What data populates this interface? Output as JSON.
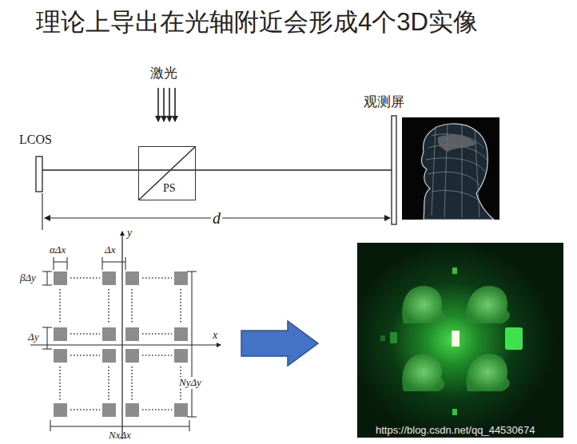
{
  "diagram": {
    "title": "理论上导出在光轴附近会形成4个3D实像",
    "nodes": [
      {
        "text": [
          "PS"
        ]
      }
    ],
    "labels": [
      "激光",
      "LCOS",
      "观测屏",
      "d",
      "αΔx",
      "Δx",
      "βΔy",
      "Δy",
      "x",
      "y",
      "NyΔy",
      "NxΔx",
      "https://blog.csdn.net/qq_44530674"
    ]
  }
}
